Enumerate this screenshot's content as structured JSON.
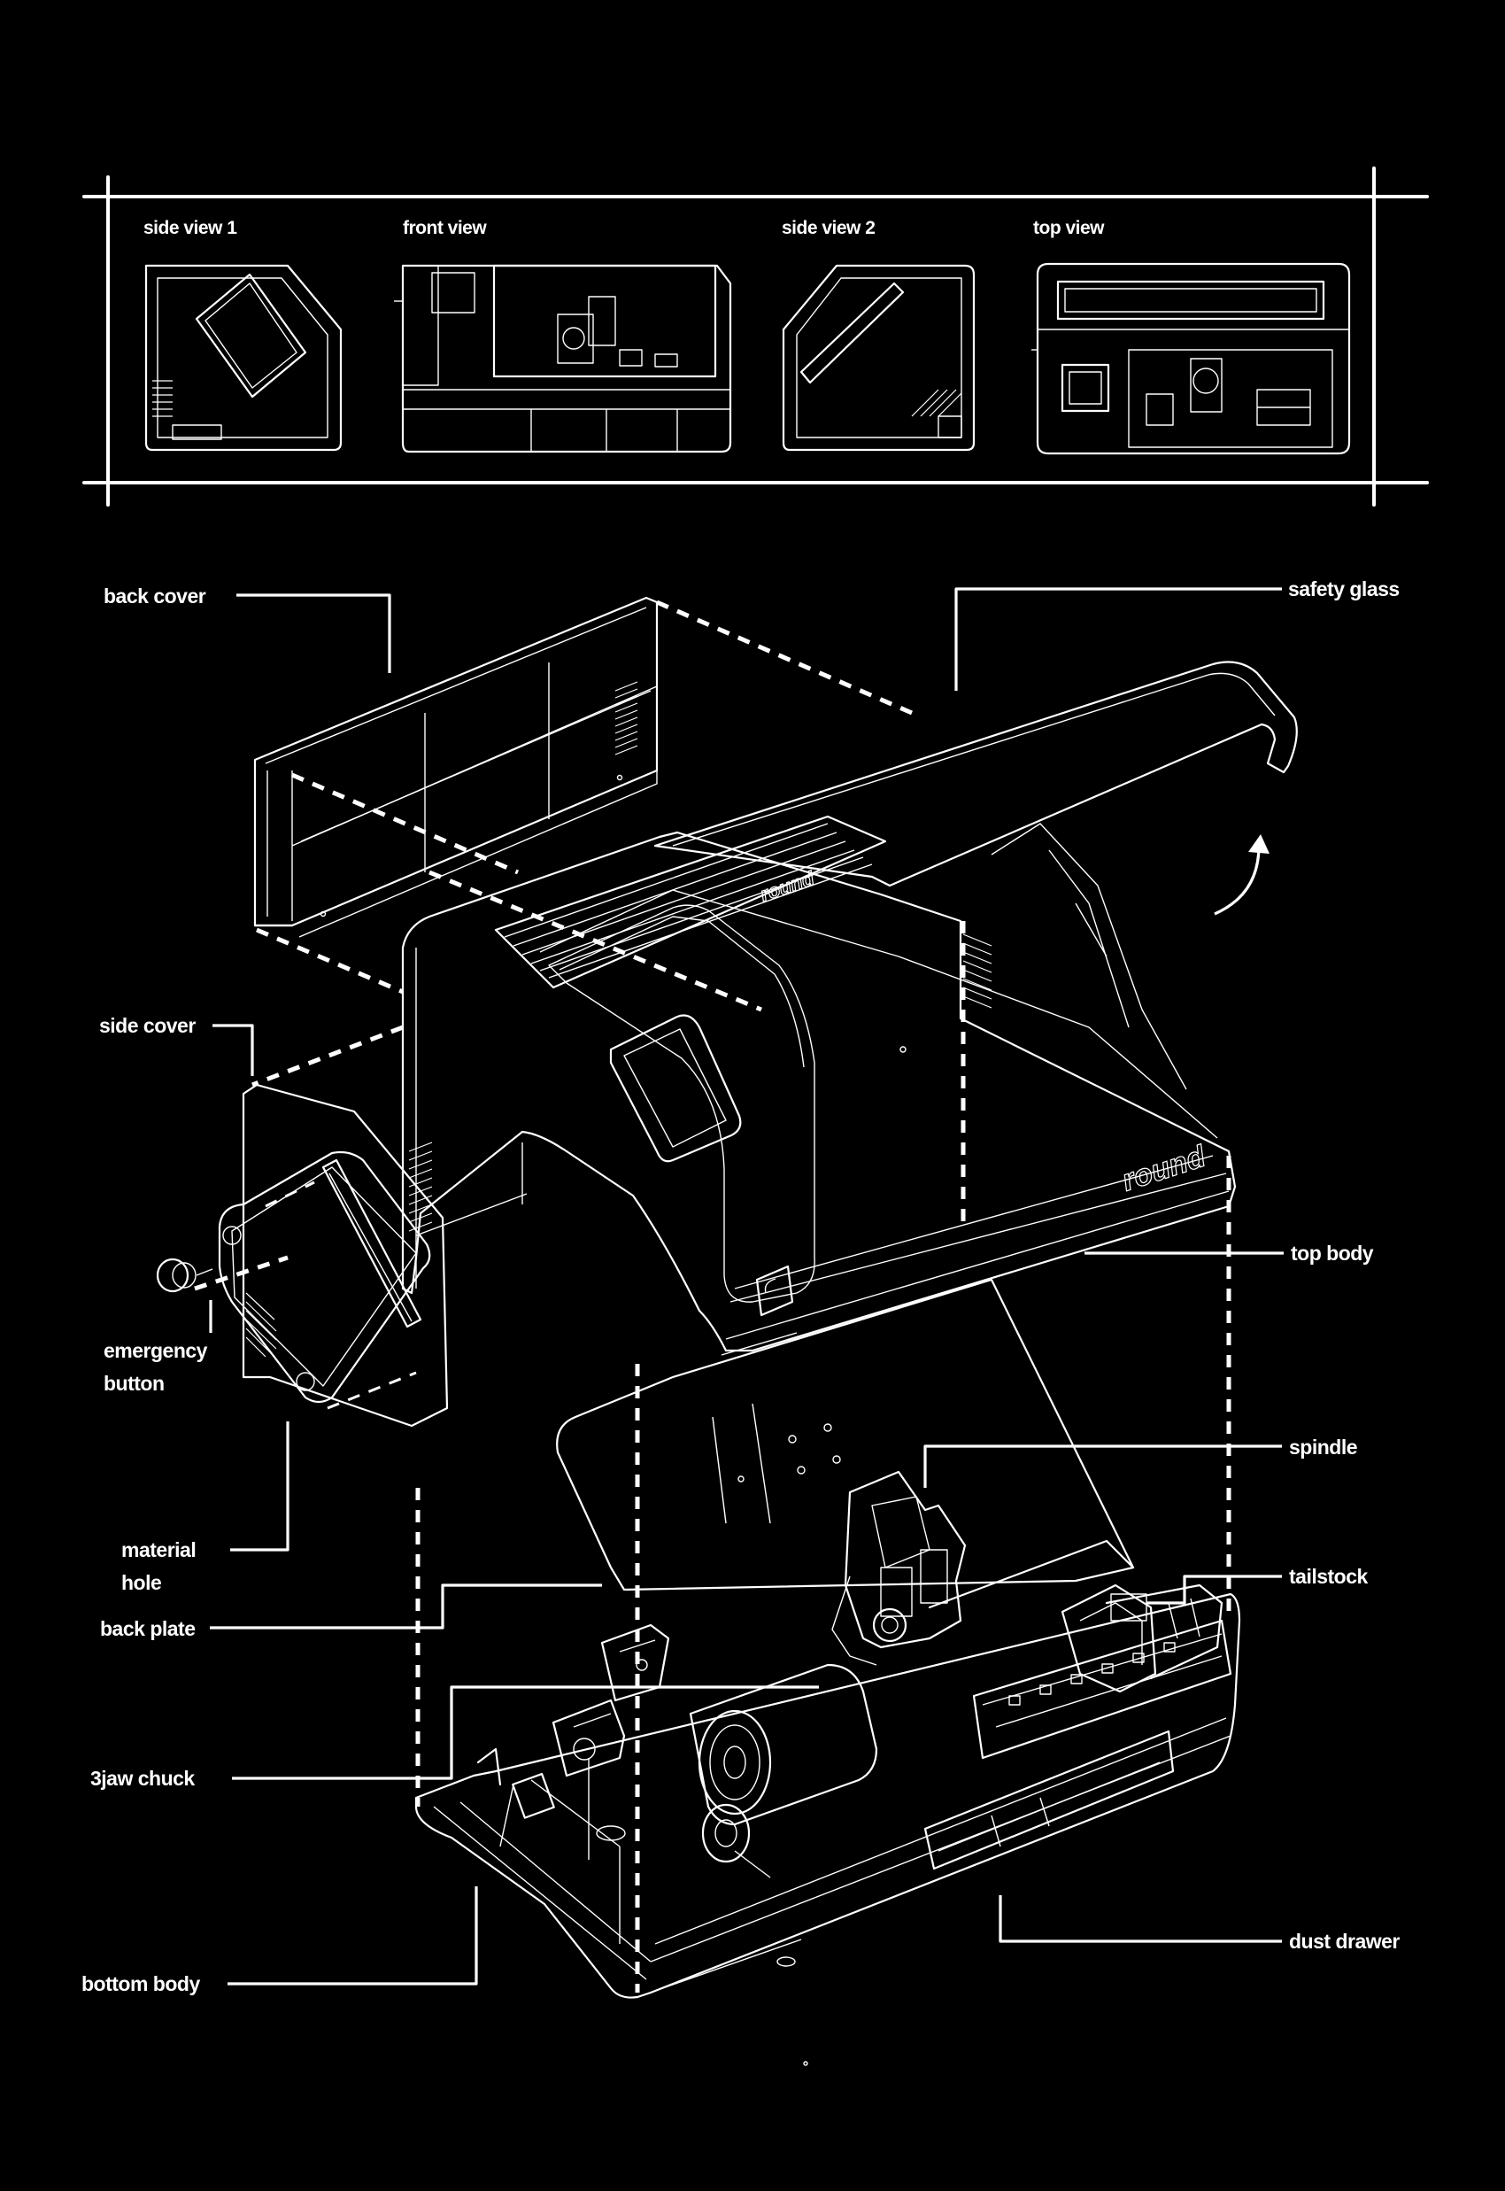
{
  "views": {
    "side1": "side view 1",
    "front": "front view",
    "side2": "side view 2",
    "top": "top view"
  },
  "callouts": {
    "back_cover": "back cover",
    "safety_glass": "safety glass",
    "side_cover": "side cover",
    "emergency_button_line1": "emergency",
    "emergency_button_line2": "button",
    "top_body": "top body",
    "spindle": "spindle",
    "material_hole_line1": "material",
    "material_hole_line2": "hole",
    "tailstock": "tailstock",
    "back_plate": "back plate",
    "jaw_chuck": "3jaw chuck",
    "dust_drawer": "dust drawer",
    "bottom_body": "bottom body"
  },
  "brand": {
    "logo_text": "round"
  },
  "colors": {
    "background": "#000000",
    "line": "#ffffff"
  }
}
